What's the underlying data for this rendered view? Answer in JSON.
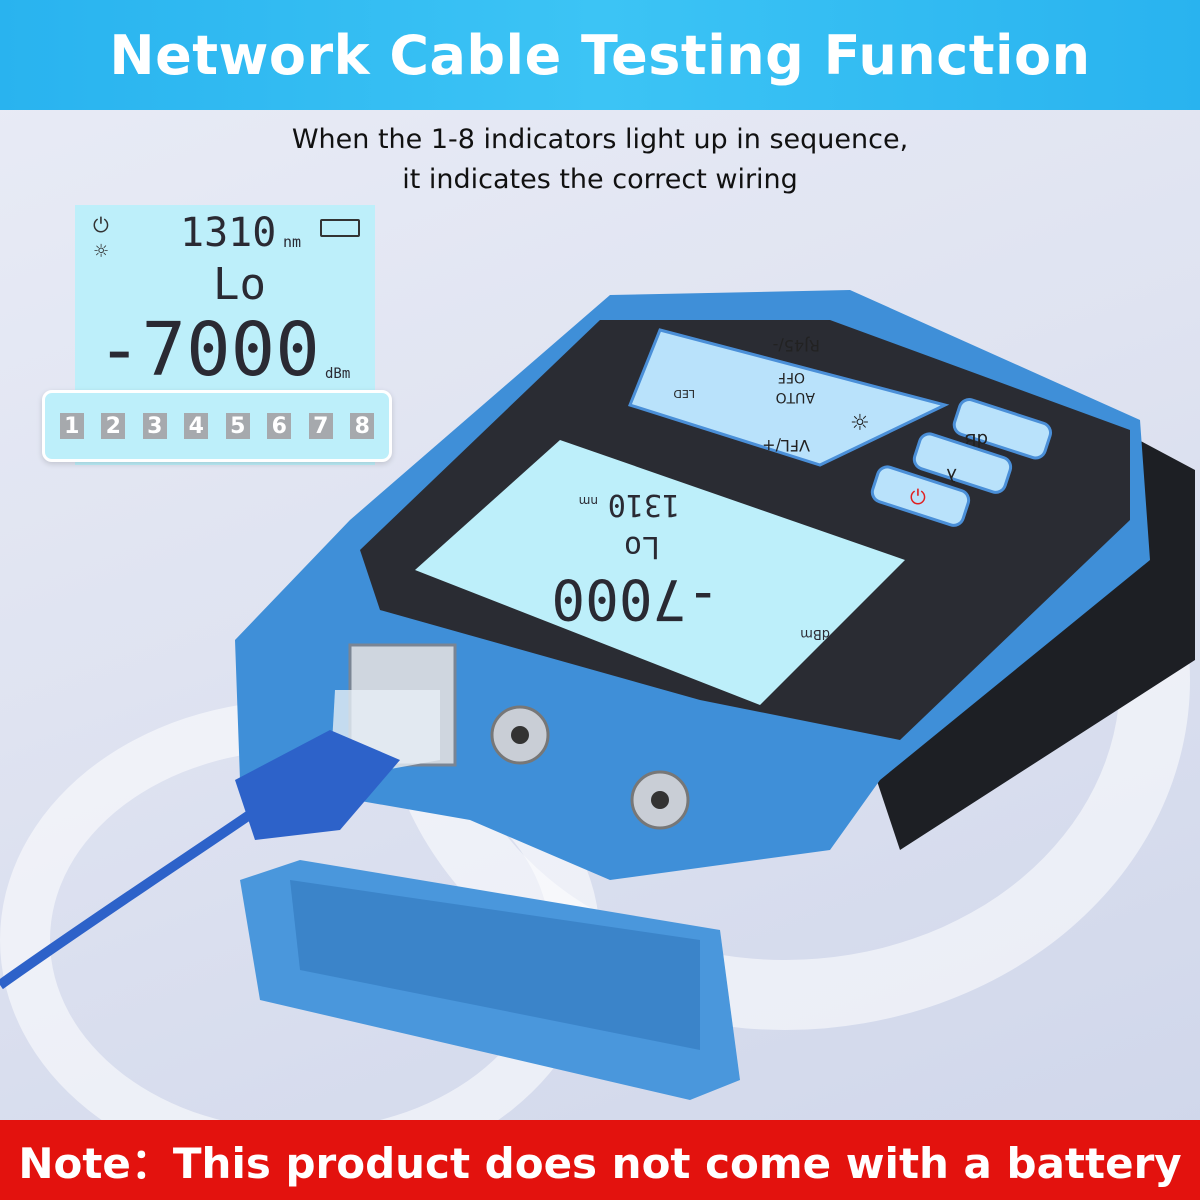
{
  "header": {
    "title": "Network Cable Testing Function"
  },
  "subtitle": {
    "line1": "When the 1-8 indicators light up in sequence,",
    "line2": "it indicates the correct wiring"
  },
  "lcd_inset": {
    "wavelength": "1310",
    "wavelength_unit": "nm",
    "mode": "Lo",
    "reading": "-7000",
    "reading_unit": "dBm",
    "icons": [
      "power-icon",
      "backlight-icon",
      "battery-icon"
    ],
    "indicators": [
      "1",
      "2",
      "3",
      "4",
      "5",
      "6",
      "7",
      "8"
    ]
  },
  "device": {
    "keypad": {
      "top": "RJ45/-",
      "left": "LED",
      "center_line1": "AUTO",
      "center_line2": "OFF",
      "bottom": "VFL/+",
      "right_icon": "brightness-icon",
      "db_button": "dB",
      "lambda_button": "λ",
      "power_button_icon": "power-icon"
    },
    "screen": {
      "wavelength": "1310",
      "unit_nm": "nm",
      "mode": "Lo",
      "reading": "-7000",
      "unit_dbm": "dBm"
    }
  },
  "footer": {
    "note": "Note：This product does not come with a battery"
  },
  "colors": {
    "header": "#29b3ef",
    "footer": "#e3120e",
    "device_body": "#3f8fd8",
    "lcd": "#bdeffa"
  }
}
